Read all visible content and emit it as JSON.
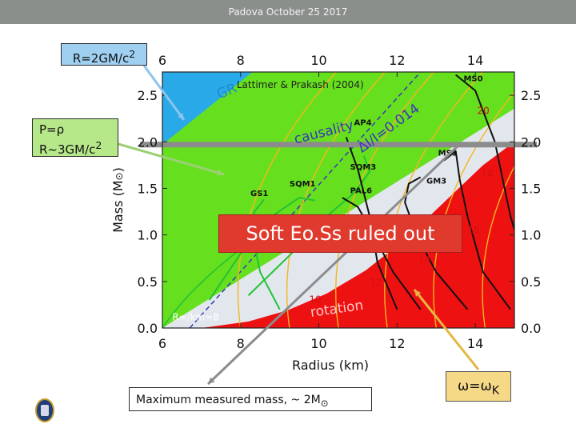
{
  "header": {
    "title": "Padova October 25 2017"
  },
  "callouts": {
    "gr_limit": {
      "text": "R=2GM/c",
      "sup": "2"
    },
    "causality": {
      "line1": "P=ρ",
      "line2": "R~3GM/c",
      "sup": "2"
    },
    "soft_eos": {
      "text": "Soft Eo.Ss ruled out"
    },
    "max_mass": {
      "text": "Maximum measured mass,  ~ 2M",
      "sym": "⊙"
    },
    "omega": {
      "text": "ω=ω",
      "sub": "K"
    }
  },
  "colors": {
    "gr_region": "#29a9e8",
    "causality_region": "#66e01e",
    "rotation_region": "#ee1111",
    "allowed_region": "#e2e7ee",
    "contour": "#f5b51e",
    "green_curve": "#22c232",
    "max_mass_band": "#8c8c8c",
    "dashed_line": "#3b34b8"
  },
  "chart_data": {
    "type": "line",
    "title": "",
    "citation": "Lattimer & Prakash (2004)",
    "xlabel": "Radius  (km)",
    "ylabel": "Mass  (M",
    "ylabel_sym": "⊙",
    "ylabel_close": ")",
    "xlim": [
      6,
      15
    ],
    "ylim": [
      0,
      2.75
    ],
    "xticks": [
      6,
      8,
      10,
      12,
      14
    ],
    "yticks": [
      0.0,
      0.5,
      1.0,
      1.5,
      2.0,
      2.5
    ],
    "xtick_labels": [
      "6",
      "8",
      "10",
      "12",
      "14"
    ],
    "ytick_labels": [
      "0.0",
      "0.5",
      "1.0",
      "1.5",
      "2.0",
      "2.5"
    ],
    "region_labels": {
      "gr": "GR",
      "causality": "causality",
      "moment": "ΔI/I=0.014",
      "rotation": "rotation",
      "rinf": "R∞/km=8"
    },
    "max_mass_band": {
      "y": 1.97
    },
    "contour_labels": [
      {
        "text": "10",
        "x": 9.75,
        "y": 0.27
      },
      {
        "text": "12",
        "x": 11.3,
        "y": 0.45
      },
      {
        "text": "14",
        "x": 12.55,
        "y": 0.7
      },
      {
        "text": "16",
        "x": 13.8,
        "y": 1.02
      },
      {
        "text": "18",
        "x": 14.15,
        "y": 1.63
      },
      {
        "text": "20",
        "x": 14.05,
        "y": 2.3
      }
    ],
    "series": [
      {
        "name": "GS1",
        "kind": "green",
        "points": [
          [
            9.0,
            0.2
          ],
          [
            8.5,
            0.6
          ],
          [
            8.3,
            1.0
          ],
          [
            8.35,
            1.25
          ],
          [
            8.6,
            1.38
          ]
        ]
      },
      {
        "name": "SQM1",
        "kind": "green",
        "points": [
          [
            7.2,
            0.3
          ],
          [
            8.0,
            0.8
          ],
          [
            8.8,
            1.2
          ],
          [
            9.5,
            1.4
          ],
          [
            9.9,
            1.37
          ]
        ]
      },
      {
        "name": "SQM3",
        "kind": "green",
        "points": [
          [
            8.2,
            0.35
          ],
          [
            9.3,
            0.8
          ],
          [
            10.2,
            1.2
          ],
          [
            10.9,
            1.45
          ],
          [
            11.3,
            1.68
          ],
          [
            11.15,
            1.85
          ]
        ]
      },
      {
        "name": "PAL6",
        "kind": "black",
        "points": [
          [
            12.6,
            0.2
          ],
          [
            11.9,
            0.6
          ],
          [
            11.4,
            1.0
          ],
          [
            11.0,
            1.3
          ],
          [
            10.6,
            1.4
          ]
        ]
      },
      {
        "name": "GM3",
        "kind": "black",
        "points": [
          [
            13.8,
            0.2
          ],
          [
            13.0,
            0.6
          ],
          [
            12.5,
            1.0
          ],
          [
            12.2,
            1.35
          ],
          [
            12.3,
            1.55
          ],
          [
            12.6,
            1.62
          ]
        ]
      },
      {
        "name": "MS1",
        "kind": "black",
        "points": [
          [
            14.9,
            0.2
          ],
          [
            14.2,
            0.6
          ],
          [
            13.8,
            1.2
          ],
          [
            13.6,
            1.6
          ],
          [
            13.5,
            1.9
          ],
          [
            13.2,
            1.8
          ]
        ]
      },
      {
        "name": "AP4",
        "kind": "black",
        "points": [
          [
            12.0,
            0.2
          ],
          [
            11.5,
            0.7
          ],
          [
            11.3,
            1.2
          ],
          [
            11.0,
            1.7
          ],
          [
            10.7,
            2.05
          ]
        ]
      },
      {
        "name": "MS0",
        "kind": "black",
        "points": [
          [
            15.4,
            0.5
          ],
          [
            14.9,
            1.2
          ],
          [
            14.5,
            2.0
          ],
          [
            14.0,
            2.55
          ],
          [
            13.5,
            2.72
          ]
        ]
      }
    ],
    "eos_labels": [
      {
        "text": "GS1",
        "x": 8.25,
        "y": 1.42
      },
      {
        "text": "SQM1",
        "x": 9.25,
        "y": 1.52
      },
      {
        "text": "PAL6",
        "x": 10.8,
        "y": 1.45
      },
      {
        "text": "SQM3",
        "x": 10.8,
        "y": 1.7
      },
      {
        "text": "GM3",
        "x": 12.75,
        "y": 1.55
      },
      {
        "text": "MS1",
        "x": 13.05,
        "y": 1.85
      },
      {
        "text": "AP4",
        "x": 10.9,
        "y": 2.18
      },
      {
        "text": "MS0",
        "x": 13.7,
        "y": 2.65
      }
    ]
  }
}
